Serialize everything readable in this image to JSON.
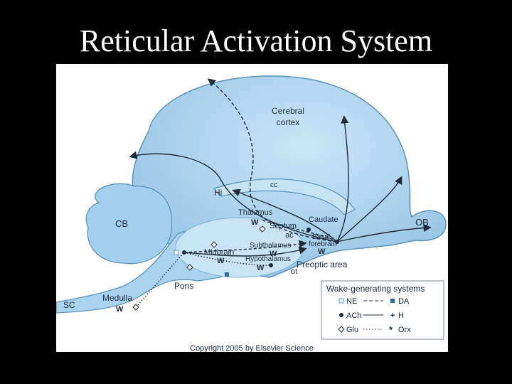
{
  "slide": {
    "title": "Reticular Activation System"
  },
  "labels": {
    "cerebral_cortex_1": "Cerebral",
    "cerebral_cortex_2": "cortex",
    "cc": "cc",
    "hi": "Hi",
    "cb": "CB",
    "thalamus": "Thalamus",
    "thalamus_w": "W",
    "septum": "Septum",
    "ac": "ac",
    "caudate": "Caudate",
    "basal_forebrain_1": "Basal",
    "basal_forebrain_2": "forebrain",
    "basal_forebrain_w": "W",
    "ob": "OB",
    "midbrain": "Midbrain",
    "midbrain_w": "W",
    "subthalamus": "Subthalamus",
    "subthalamus_w": "W",
    "hypothalamus": "Hypothalamus",
    "hypothalamus_w": "W",
    "preoptic_area": "Preoptic area",
    "ot": "ot",
    "pons": "Pons",
    "medulla": "Medulla",
    "medulla_w": "W",
    "sc": "SC",
    "copyright": "Copyright 2005 by Elsevier Science"
  },
  "legend": {
    "title": "Wake-generating systems",
    "items": [
      {
        "label": "NE",
        "marker": "hollow-square",
        "line": "dashed"
      },
      {
        "label": "DA",
        "marker": "filled-square",
        "line": "none"
      },
      {
        "label": "ACh",
        "marker": "filled-circle",
        "line": "solid"
      },
      {
        "label": "H",
        "marker": "plus",
        "line": "none"
      },
      {
        "label": "Glu",
        "marker": "hollow-diamond",
        "line": "dotted"
      },
      {
        "label": "Orx",
        "marker": "asterisk",
        "line": "none"
      }
    ]
  },
  "colors": {
    "brain_fill": "#a9d3ee",
    "brain_fill_light": "#c8e4f6",
    "brain_stroke": "#5b93bd",
    "pathway": "#1c2b3a",
    "background": "#000000",
    "panel": "#ffffff"
  }
}
